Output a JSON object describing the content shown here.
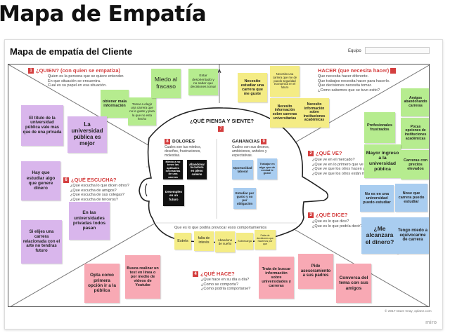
{
  "page": {
    "title": "Mapa de Empatía"
  },
  "board": {
    "title": "Mapa de empatía del Cliente",
    "team_label": "Equipo",
    "copyright": "© 2017 Dave Gray, xplane.com",
    "brand": "miro"
  },
  "sections": {
    "quien": {
      "number": "1",
      "title": "¿QUIEN? (con quien se empatiza)",
      "desc": [
        "Quien es la persona que se quiere entender.",
        "En que situación se encuentra.",
        "Cual es su papel en esa situación."
      ]
    },
    "meta": {
      "title": "META"
    },
    "hacer_necesita": {
      "number": "",
      "title": "HACER (que necesita hacer)",
      "desc": [
        "Que necesita hacer diferente.",
        "Que trabajos necesita hacer para hacerlo.",
        "Que decisiones necesita tomar.",
        "¿Como sabemos que se tuvo exito?"
      ]
    },
    "piensa": {
      "number": "7",
      "title": "¿QUÉ PIENSA Y SIENTE?"
    },
    "dolores": {
      "number": "8",
      "title": "DOLORES",
      "desc": [
        "Cuales son tus miedos,",
        "deseños, frustraciones,",
        "molestias."
      ]
    },
    "ganancias": {
      "number": "9",
      "title": "GANANCIAS",
      "desc": [
        "Cuales son sus deseos,",
        "ambiciones, anhelos y",
        "expectativas."
      ]
    },
    "comportamientos": {
      "desc": "Que es lo que podría provocar esos comportamientos"
    },
    "ve": {
      "number": "2",
      "title": "¿QUÉ VE?",
      "desc": [
        "¿Que ve en el mercado?",
        "¿Que ve en lo primero que ve en el entorno?",
        "¿Que ve que los otros hacen y dicen?",
        "¿Que ve que los otros están mirando?"
      ]
    },
    "escucha": {
      "number": "6",
      "title": "¿QUÉ ESCUCHA?",
      "desc": [
        "¿Que escucha lo que dicen otros?",
        "¿Que escucha de amigos?",
        "¿Que escucha de sus colegas?",
        "¿Que escucha de terceros?"
      ]
    },
    "dice": {
      "number": "3",
      "title": "¿QUÉ DICE?",
      "desc": [
        "¿Que es lo que dice?",
        "¿Que es lo que podría decir?"
      ]
    },
    "hace": {
      "number": "4",
      "title": "¿QUÉ HACE?",
      "desc": [
        "¿Que hace en su día a día?",
        "¿Como se comporta?",
        "¿Como podría comportarse?"
      ]
    }
  },
  "notes": {
    "quien_obtener": "obtener mala información",
    "quien_tomar": "Tomar a elegir una carrera que no le guste y para la que no esta hecho",
    "quien_miedo": "Miedo al fracaso",
    "quien_estar": "Estar desorientado y no saber que decisiones tomar",
    "meta_necesito": "Necesito estudiar una carrera que me guste",
    "meta_necesito_carrera": "Necesito una carrera que me de puedo seguridad economica en el futuro",
    "meta_info_carreras": "Necesito información sobre carreras universitarias",
    "meta_info_instituciones": "Necesito información sobre instituciones académicas",
    "ve_amigos": "Amigos abandonando carreras",
    "ve_profesionales": "Profesionales frustrados",
    "ve_pocas": "Pocas opciones de instituciones académicas",
    "ve_mayor": "Mayor ingreso a la universidad pública",
    "ve_carreras_precios": "Carreras con precios elevados",
    "escucha_titulo": "El titulo de la universidad pública vale mas que de una privada",
    "escucha_publica": "La universidad pública es mejor",
    "escucha_hay_que": "Hay que estudiar algo que genere dinero",
    "escucha_privadas": "En las universidades privadas todos pasan",
    "escucha_si_elijes": "Si elijes una carrera relacionada con el arte no tendras futuro",
    "dolor_1": "Miedo a no tener las aptitudes necesarias de una carrera",
    "dolor_2": "Abandonar la carrera en pleno camino",
    "dolor_3": "Desempleo en un futuro",
    "ganancia_1": "Oportunidad laboral",
    "ganancia_2": "Trabajar en algo que de verdad le guste",
    "ganancia_3": "Estudiar por gusto y no por obligación",
    "comp_estres": "Estrés",
    "comp_falta_interes": "falta de interés",
    "comp_abandono": "Abandono de sueño",
    "comp_sobrecarga": "Sobrecarga",
    "comp_decisiones": "Falta de decisiones que hacemos por que",
    "dice_no_es": "No es en una universidad puedo estudiar",
    "dice_nose": "Nose que carrera puedo estudiar",
    "dice_me_alcanzara": "¿Me alcanzara el dinero?",
    "dice_tengo_miedo": "Tengo miedo a equivocarme de carrera",
    "hace_opta": "Opta como primera opción ir a la pública",
    "hace_busca": "Busca realizar un test en línea o por medio de videos de Youtube",
    "hace_trata": "Trata de buscar información sobre universidades y carreras",
    "hace_pide": "Pide asesoramiento a sus padres",
    "hace_conversa": "Conversa del tema con sus amigos"
  }
}
